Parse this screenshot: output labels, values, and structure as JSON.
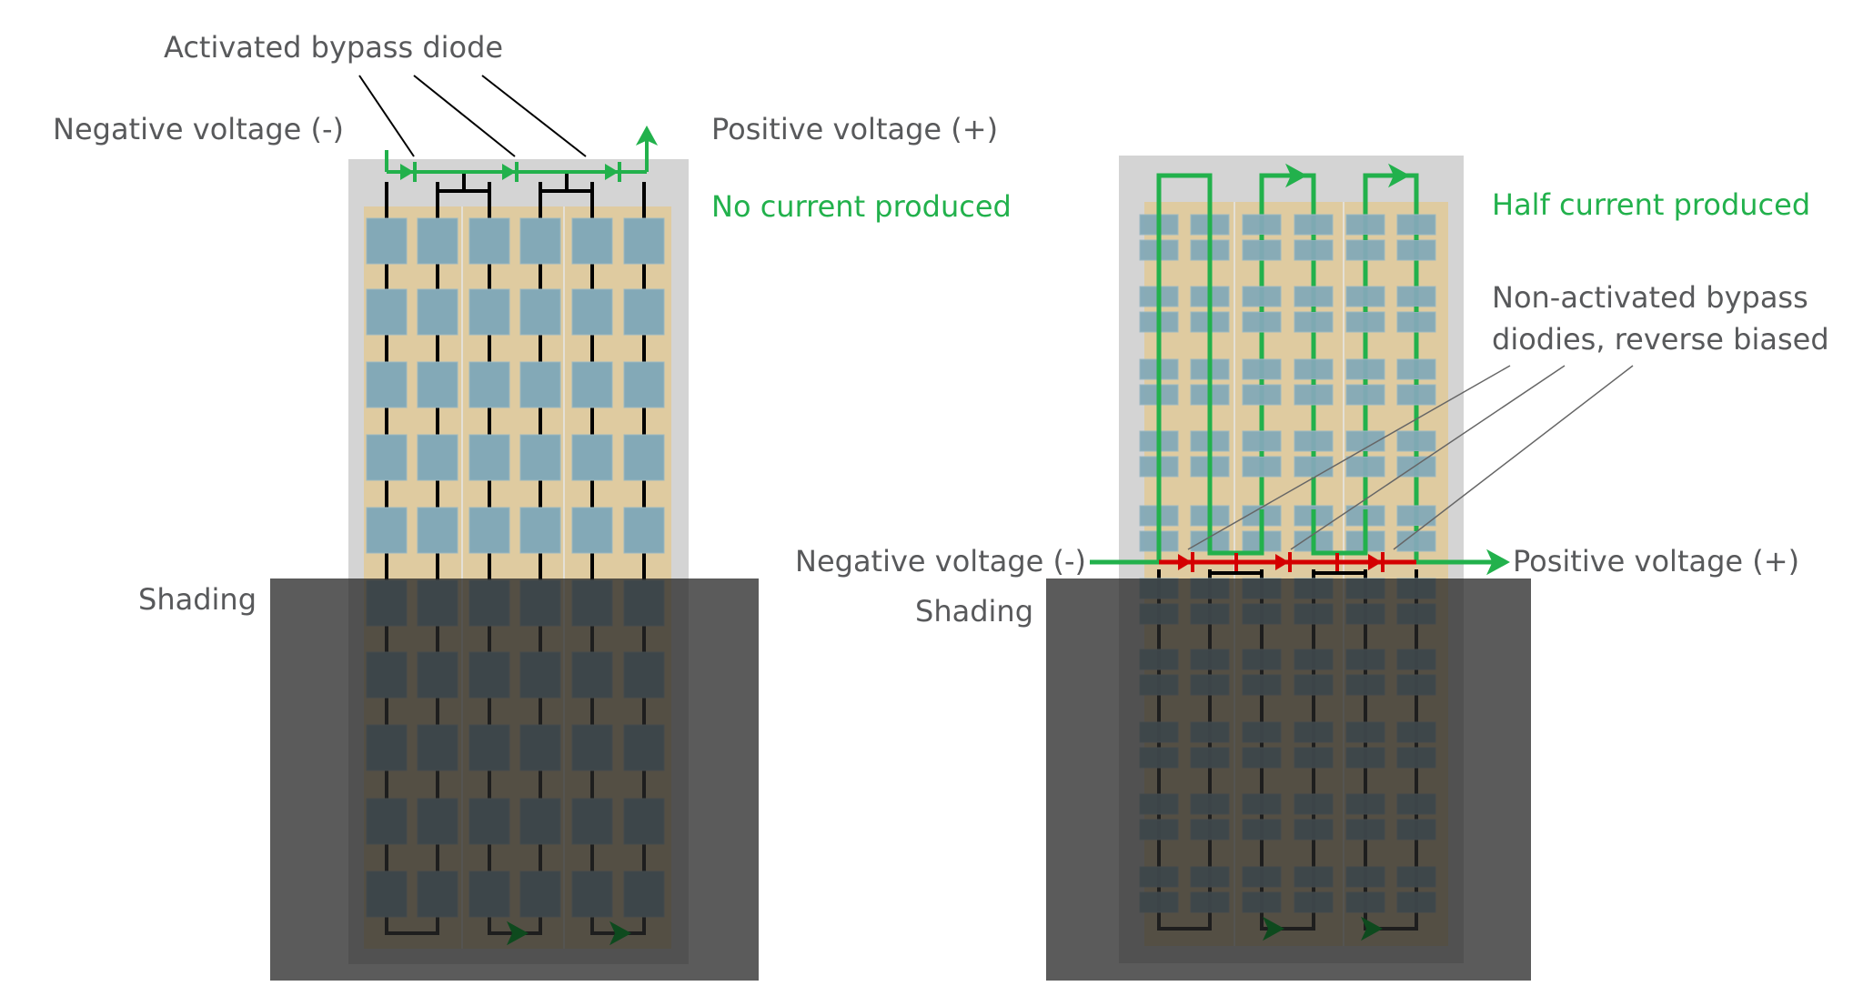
{
  "colors": {
    "background": "#ffffff",
    "frame": "#d4d4d4",
    "panel": "#dfcba0",
    "cell": "#83a9b7",
    "cell_border": "#9bb8c2",
    "wire": "#000000",
    "current": "#22b14c",
    "reverse_diode": "#d40000",
    "label": "#58595b",
    "shade": "rgba(40,40,40,0.76)",
    "shaded_arrow": "#0e4a1e",
    "leader": "#000000",
    "leader_thin": "#666666"
  },
  "left_panel": {
    "labels": {
      "bypass_callout": "Activated bypass diode",
      "negative": "Negative voltage (-)",
      "positive": "Positive voltage (+)",
      "status": "No current produced",
      "shading": "Shading"
    },
    "layout": {
      "substrings": 3,
      "columns": 6,
      "rows": 10,
      "shaded_rows_from": 5,
      "cell_style": "single"
    },
    "activated_diodes": 3
  },
  "right_panel": {
    "labels": {
      "status": "Half current produced",
      "reverse_callout_line1": "Non-activated bypass",
      "reverse_callout_line2": "diodies, reverse biased",
      "negative": "Negative voltage (-)",
      "positive": "Positive voltage (+)",
      "shading": "Shading"
    },
    "layout": {
      "substrings": 3,
      "columns": 6,
      "rows": 10,
      "shaded_rows_from": 5,
      "cell_style": "split"
    },
    "reverse_biased_diodes": 3
  }
}
